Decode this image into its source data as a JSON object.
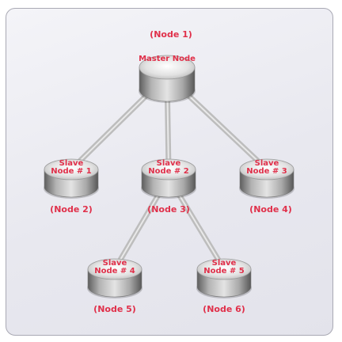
{
  "colors": {
    "label": "#e0304a",
    "connector": "#bdbdbd",
    "disk_light": "#f2f2f2",
    "disk_dark": "#6f6f6f",
    "frame_border": "#a9a9b4"
  },
  "nodes": [
    {
      "id": "master",
      "caption": "(Node 1)",
      "lines": [
        "Master Node"
      ]
    },
    {
      "id": "slave1",
      "caption": "(Node 2)",
      "lines": [
        "Slave",
        "Node # 1"
      ]
    },
    {
      "id": "slave2",
      "caption": "(Node 3)",
      "lines": [
        "Slave",
        "Node # 2"
      ]
    },
    {
      "id": "slave3",
      "caption": "(Node 4)",
      "lines": [
        "Slave",
        "Node # 3"
      ]
    },
    {
      "id": "slave4",
      "caption": "(Node 5)",
      "lines": [
        "Slave",
        "Node # 4"
      ]
    },
    {
      "id": "slave5",
      "caption": "(Node 6)",
      "lines": [
        "Slave",
        "Node # 5"
      ]
    }
  ],
  "edges": [
    {
      "from": "master",
      "to": "slave1"
    },
    {
      "from": "master",
      "to": "slave2"
    },
    {
      "from": "master",
      "to": "slave3"
    },
    {
      "from": "slave2",
      "to": "slave4"
    },
    {
      "from": "slave2",
      "to": "slave5"
    }
  ]
}
